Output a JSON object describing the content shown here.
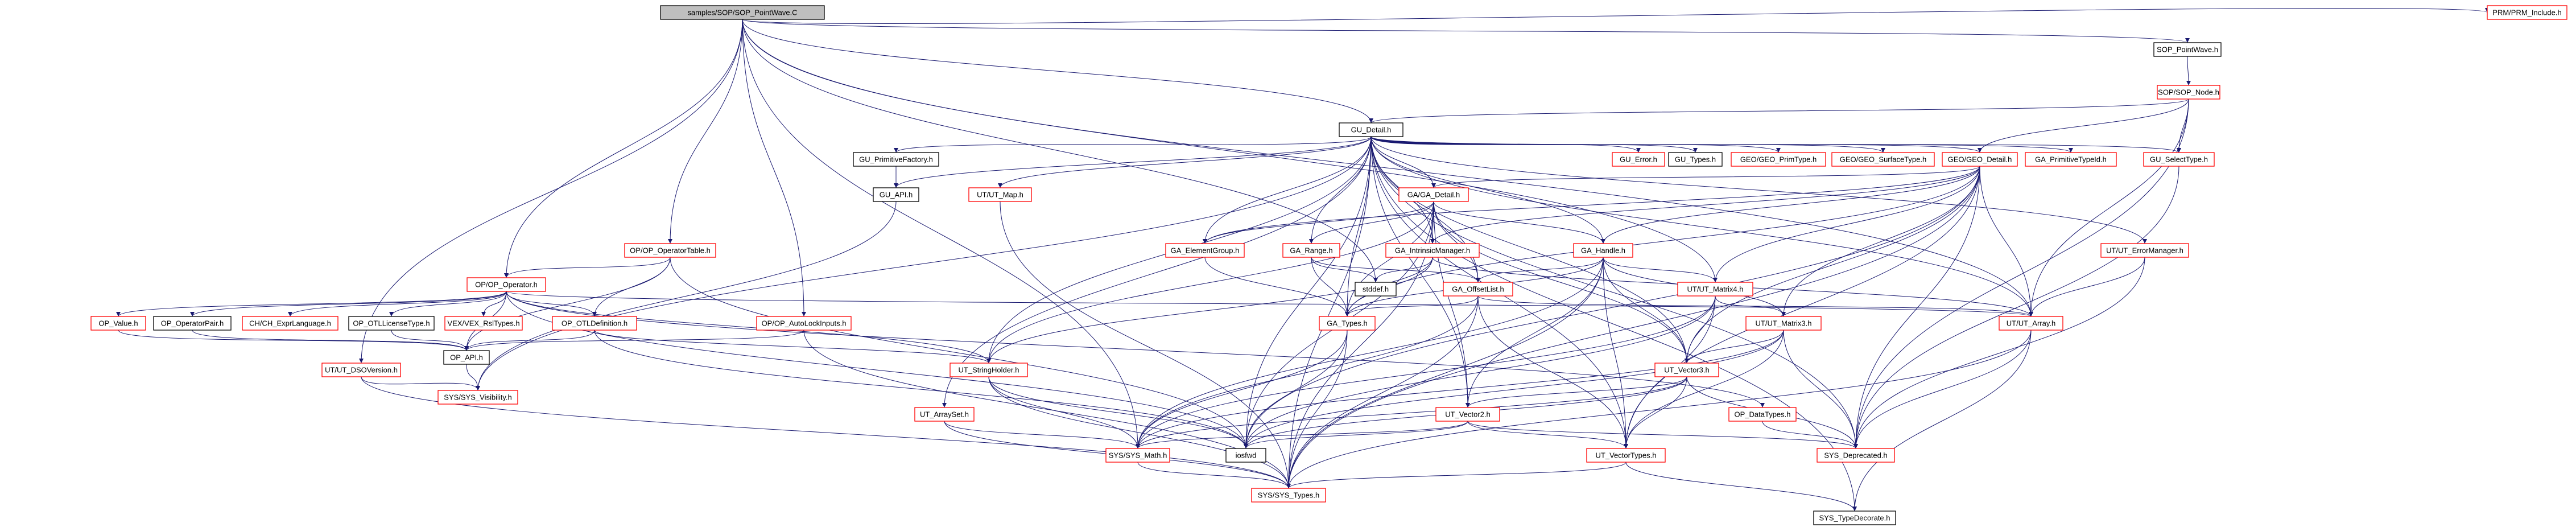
{
  "colors": {
    "edge": "#191970",
    "node_border_black": "#000000",
    "node_border_red": "#ff0000",
    "node_fill": "#ffffff",
    "root_fill": "#bfbfbf",
    "text": "#000000"
  },
  "nodes": [
    {
      "id": "root",
      "label": "samples/SOP/SOP_PointWave.C",
      "border": "black",
      "root": true
    },
    {
      "id": "sop_pointwave_h",
      "label": "SOP_PointWave.h",
      "border": "black"
    },
    {
      "id": "prm_include",
      "label": "PRM/PRM_Include.h",
      "border": "red"
    },
    {
      "id": "sop_node",
      "label": "SOP/SOP_Node.h",
      "border": "red"
    },
    {
      "id": "gu_detail",
      "label": "GU_Detail.h",
      "border": "black"
    },
    {
      "id": "geo_detail",
      "label": "GEO/GEO_Detail.h",
      "border": "red"
    },
    {
      "id": "gu_primitivefactory",
      "label": "GU_PrimitiveFactory.h",
      "border": "black"
    },
    {
      "id": "gu_api",
      "label": "GU_API.h",
      "border": "black"
    },
    {
      "id": "ut_map",
      "label": "UT/UT_Map.h",
      "border": "red"
    },
    {
      "id": "ga_detail",
      "label": "GA/GA_Detail.h",
      "border": "red"
    },
    {
      "id": "gu_error",
      "label": "GU_Error.h",
      "border": "red"
    },
    {
      "id": "gu_types",
      "label": "GU_Types.h",
      "border": "black"
    },
    {
      "id": "geo_primtype",
      "label": "GEO/GEO_PrimType.h",
      "border": "red"
    },
    {
      "id": "geo_surfacetype",
      "label": "GEO/GEO_SurfaceType.h",
      "border": "red"
    },
    {
      "id": "ga_primitivetypeid",
      "label": "GA_PrimitiveTypeId.h",
      "border": "red"
    },
    {
      "id": "gu_selecttype",
      "label": "GU_SelectType.h",
      "border": "red"
    },
    {
      "id": "ut_errormanager",
      "label": "UT/UT_ErrorManager.h",
      "border": "red"
    },
    {
      "id": "op_operatortable",
      "label": "OP/OP_OperatorTable.h",
      "border": "red"
    },
    {
      "id": "op_operator",
      "label": "OP/OP_Operator.h",
      "border": "red"
    },
    {
      "id": "op_autolockinputs",
      "label": "OP/OP_AutoLockInputs.h",
      "border": "red"
    },
    {
      "id": "ut_dsoversion",
      "label": "UT/UT_DSOVersion.h",
      "border": "red"
    },
    {
      "id": "op_value",
      "label": "OP_Value.h",
      "border": "red"
    },
    {
      "id": "op_operatorpair",
      "label": "OP_OperatorPair.h",
      "border": "black"
    },
    {
      "id": "ch_exprlanguage",
      "label": "CH/CH_ExprLanguage.h",
      "border": "red"
    },
    {
      "id": "op_otllicensetype",
      "label": "OP_OTLLicenseType.h",
      "border": "black"
    },
    {
      "id": "vex_rsltypes",
      "label": "VEX/VEX_RslTypes.h",
      "border": "red"
    },
    {
      "id": "op_otldefinition",
      "label": "OP_OTLDefinition.h",
      "border": "red"
    },
    {
      "id": "op_api",
      "label": "OP_API.h",
      "border": "black"
    },
    {
      "id": "sys_visibility",
      "label": "SYS/SYS_Visibility.h",
      "border": "red"
    },
    {
      "id": "ga_elementgroup",
      "label": "GA_ElementGroup.h",
      "border": "red"
    },
    {
      "id": "ga_range",
      "label": "GA_Range.h",
      "border": "red"
    },
    {
      "id": "ga_intrinsicmanager",
      "label": "GA_IntrinsicManager.h",
      "border": "red"
    },
    {
      "id": "ga_handle",
      "label": "GA_Handle.h",
      "border": "red"
    },
    {
      "id": "stddef",
      "label": "stddef.h",
      "border": "black"
    },
    {
      "id": "ga_offsetlist",
      "label": "GA_OffsetList.h",
      "border": "red"
    },
    {
      "id": "ga_types",
      "label": "GA_Types.h",
      "border": "red"
    },
    {
      "id": "ut_matrix4",
      "label": "UT/UT_Matrix4.h",
      "border": "red"
    },
    {
      "id": "ut_matrix3",
      "label": "UT/UT_Matrix3.h",
      "border": "red"
    },
    {
      "id": "ut_array",
      "label": "UT/UT_Array.h",
      "border": "red"
    },
    {
      "id": "ut_stringholder",
      "label": "UT_StringHolder.h",
      "border": "red"
    },
    {
      "id": "ut_vector3",
      "label": "UT_Vector3.h",
      "border": "red"
    },
    {
      "id": "ut_arrayset",
      "label": "UT_ArraySet.h",
      "border": "red"
    },
    {
      "id": "ut_vector2",
      "label": "UT_Vector2.h",
      "border": "red"
    },
    {
      "id": "op_datatypes",
      "label": "OP_DataTypes.h",
      "border": "red"
    },
    {
      "id": "sys_math",
      "label": "SYS/SYS_Math.h",
      "border": "red"
    },
    {
      "id": "iosfwd",
      "label": "iosfwd",
      "border": "black"
    },
    {
      "id": "ut_vectortypes",
      "label": "UT_VectorTypes.h",
      "border": "red"
    },
    {
      "id": "sys_deprecated",
      "label": "SYS_Deprecated.h",
      "border": "red"
    },
    {
      "id": "sys_types",
      "label": "SYS/SYS_Types.h",
      "border": "red"
    },
    {
      "id": "sys_typedecorate",
      "label": "SYS_TypeDecorate.h",
      "border": "black"
    }
  ],
  "edges": [
    [
      "root",
      "sop_pointwave_h"
    ],
    [
      "root",
      "prm_include"
    ],
    [
      "root",
      "gu_detail"
    ],
    [
      "root",
      "op_operatortable"
    ],
    [
      "root",
      "op_operator"
    ],
    [
      "root",
      "op_autolockinputs"
    ],
    [
      "root",
      "ut_dsoversion"
    ],
    [
      "root",
      "ut_matrix4"
    ],
    [
      "root",
      "ut_array"
    ],
    [
      "root",
      "sys_math"
    ],
    [
      "root",
      "stddef"
    ],
    [
      "sop_pointwave_h",
      "sop_node"
    ],
    [
      "sop_node",
      "gu_detail"
    ],
    [
      "sop_node",
      "geo_detail"
    ],
    [
      "sop_node",
      "gu_selecttype"
    ],
    [
      "sop_node",
      "ut_array"
    ],
    [
      "sop_node",
      "sys_deprecated"
    ],
    [
      "gu_detail",
      "gu_primitivefactory"
    ],
    [
      "gu_detail",
      "gu_api"
    ],
    [
      "gu_detail",
      "ut_map"
    ],
    [
      "gu_detail",
      "ga_detail"
    ],
    [
      "gu_detail",
      "gu_error"
    ],
    [
      "gu_detail",
      "gu_types"
    ],
    [
      "gu_detail",
      "geo_primtype"
    ],
    [
      "gu_detail",
      "geo_surfacetype"
    ],
    [
      "gu_detail",
      "ga_primitivetypeid"
    ],
    [
      "gu_detail",
      "geo_detail"
    ],
    [
      "gu_detail",
      "gu_selecttype"
    ],
    [
      "gu_detail",
      "ut_errormanager"
    ],
    [
      "gu_detail",
      "ga_elementgroup"
    ],
    [
      "gu_detail",
      "ga_range"
    ],
    [
      "gu_detail",
      "ga_intrinsicmanager"
    ],
    [
      "gu_detail",
      "ga_handle"
    ],
    [
      "gu_detail",
      "ga_offsetlist"
    ],
    [
      "gu_detail",
      "ga_types"
    ],
    [
      "gu_detail",
      "ut_arrayset"
    ],
    [
      "gu_detail",
      "ut_stringholder"
    ],
    [
      "gu_detail",
      "ut_vector3"
    ],
    [
      "gu_detail",
      "ut_vector2"
    ],
    [
      "gu_detail",
      "ut_vectortypes"
    ],
    [
      "gu_detail",
      "sys_deprecated"
    ],
    [
      "gu_detail",
      "sys_types"
    ],
    [
      "gu_detail",
      "sys_typedecorate"
    ],
    [
      "gu_detail",
      "iosfwd"
    ],
    [
      "gu_detail",
      "ut_array"
    ],
    [
      "gu_detail",
      "sys_visibility"
    ],
    [
      "gu_primitivefactory",
      "gu_api"
    ],
    [
      "gu_api",
      "sys_visibility"
    ],
    [
      "ut_map",
      "sys_types"
    ],
    [
      "geo_detail",
      "ga_detail"
    ],
    [
      "geo_detail",
      "ga_elementgroup"
    ],
    [
      "geo_detail",
      "ga_handle"
    ],
    [
      "geo_detail",
      "ga_types"
    ],
    [
      "geo_detail",
      "ga_intrinsicmanager"
    ],
    [
      "geo_detail",
      "ut_matrix4"
    ],
    [
      "geo_detail",
      "ut_matrix3"
    ],
    [
      "geo_detail",
      "ut_vector3"
    ],
    [
      "geo_detail",
      "ut_vectortypes"
    ],
    [
      "geo_detail",
      "ut_array"
    ],
    [
      "geo_detail",
      "sys_deprecated"
    ],
    [
      "geo_detail",
      "sys_types"
    ],
    [
      "geo_detail",
      "iosfwd"
    ],
    [
      "ga_detail",
      "ga_elementgroup"
    ],
    [
      "ga_detail",
      "ga_range"
    ],
    [
      "ga_detail",
      "ga_intrinsicmanager"
    ],
    [
      "ga_detail",
      "ga_handle"
    ],
    [
      "ga_detail",
      "ga_offsetlist"
    ],
    [
      "ga_detail",
      "ga_types"
    ],
    [
      "ga_detail",
      "ut_vector3"
    ],
    [
      "ga_detail",
      "ut_vector2"
    ],
    [
      "ga_detail",
      "ut_stringholder"
    ],
    [
      "ga_detail",
      "sys_types"
    ],
    [
      "ga_detail",
      "iosfwd"
    ],
    [
      "gu_selecttype",
      "sys_deprecated"
    ],
    [
      "ut_errormanager",
      "ut_array"
    ],
    [
      "ut_errormanager",
      "sys_deprecated"
    ],
    [
      "op_operatortable",
      "op_operator"
    ],
    [
      "op_operatortable",
      "op_otldefinition"
    ],
    [
      "op_operatortable",
      "op_api"
    ],
    [
      "op_operatortable",
      "iosfwd"
    ],
    [
      "op_operator",
      "op_value"
    ],
    [
      "op_operator",
      "op_operatorpair"
    ],
    [
      "op_operator",
      "ch_exprlanguage"
    ],
    [
      "op_operator",
      "op_otllicensetype"
    ],
    [
      "op_operator",
      "vex_rsltypes"
    ],
    [
      "op_operator",
      "op_otldefinition"
    ],
    [
      "op_operator",
      "op_api"
    ],
    [
      "op_operator",
      "ut_stringholder"
    ],
    [
      "op_operator",
      "ut_array"
    ],
    [
      "op_operator",
      "op_datatypes"
    ],
    [
      "op_operator",
      "iosfwd"
    ],
    [
      "op_autolockinputs",
      "op_api"
    ],
    [
      "op_autolockinputs",
      "sys_types"
    ],
    [
      "ut_dsoversion",
      "sys_visibility"
    ],
    [
      "ut_dsoversion",
      "sys_types"
    ],
    [
      "op_value",
      "op_api"
    ],
    [
      "op_operatorpair",
      "op_api"
    ],
    [
      "op_otllicensetype",
      "op_api"
    ],
    [
      "op_otldefinition",
      "op_api"
    ],
    [
      "op_otldefinition",
      "ut_stringholder"
    ],
    [
      "op_otldefinition",
      "iosfwd"
    ],
    [
      "op_api",
      "sys_visibility"
    ],
    [
      "ga_elementgroup",
      "ga_types"
    ],
    [
      "ga_range",
      "ga_types"
    ],
    [
      "ga_range",
      "ga_offsetlist"
    ],
    [
      "ga_range",
      "stddef"
    ],
    [
      "ga_intrinsicmanager",
      "ga_types"
    ],
    [
      "ga_intrinsicmanager",
      "ut_stringholder"
    ],
    [
      "ga_intrinsicmanager",
      "ut_array"
    ],
    [
      "ga_intrinsicmanager",
      "stddef"
    ],
    [
      "ga_handle",
      "ga_types"
    ],
    [
      "ga_handle",
      "ut_matrix4"
    ],
    [
      "ga_handle",
      "ut_matrix3"
    ],
    [
      "ga_handle",
      "ut_vector3"
    ],
    [
      "ga_handle",
      "ut_vector2"
    ],
    [
      "ga_handle",
      "sys_math"
    ],
    [
      "ga_handle",
      "sys_types"
    ],
    [
      "ga_handle",
      "ga_offsetlist"
    ],
    [
      "ga_handle",
      "ut_vectortypes"
    ],
    [
      "ga_offsetlist",
      "ga_types"
    ],
    [
      "ga_offsetlist",
      "ut_array"
    ],
    [
      "ga_offsetlist",
      "sys_math"
    ],
    [
      "ga_offsetlist",
      "sys_types"
    ],
    [
      "ga_offsetlist",
      "ut_vectortypes"
    ],
    [
      "ga_types",
      "sys_types"
    ],
    [
      "ga_types",
      "sys_math"
    ],
    [
      "ga_types",
      "iosfwd"
    ],
    [
      "ut_matrix4",
      "ut_matrix3"
    ],
    [
      "ut_matrix4",
      "ut_vector3"
    ],
    [
      "ut_matrix4",
      "ut_vectortypes"
    ],
    [
      "ut_matrix4",
      "sys_math"
    ],
    [
      "ut_matrix4",
      "iosfwd"
    ],
    [
      "ut_matrix3",
      "ut_vector3"
    ],
    [
      "ut_matrix3",
      "ut_vectortypes"
    ],
    [
      "ut_matrix3",
      "sys_math"
    ],
    [
      "ut_matrix3",
      "sys_deprecated"
    ],
    [
      "ut_matrix3",
      "iosfwd"
    ],
    [
      "ut_array",
      "sys_deprecated"
    ],
    [
      "ut_array",
      "sys_types"
    ],
    [
      "ut_array",
      "sys_typedecorate"
    ],
    [
      "ut_stringholder",
      "sys_types"
    ],
    [
      "ut_stringholder",
      "sys_math"
    ],
    [
      "ut_stringholder",
      "iosfwd"
    ],
    [
      "ut_vector3",
      "ut_vector2"
    ],
    [
      "ut_vector3",
      "ut_vectortypes"
    ],
    [
      "ut_vector3",
      "sys_math"
    ],
    [
      "ut_vector3",
      "sys_deprecated"
    ],
    [
      "ut_vector3",
      "iosfwd"
    ],
    [
      "ut_arrayset",
      "sys_math"
    ],
    [
      "ut_arrayset",
      "sys_types"
    ],
    [
      "ut_vector2",
      "ut_vectortypes"
    ],
    [
      "ut_vector2",
      "sys_math"
    ],
    [
      "ut_vector2",
      "sys_deprecated"
    ],
    [
      "ut_vector2",
      "iosfwd"
    ],
    [
      "op_datatypes",
      "sys_deprecated"
    ],
    [
      "sys_math",
      "sys_types"
    ],
    [
      "ut_vectortypes",
      "sys_types"
    ],
    [
      "ut_vectortypes",
      "sys_typedecorate"
    ]
  ]
}
